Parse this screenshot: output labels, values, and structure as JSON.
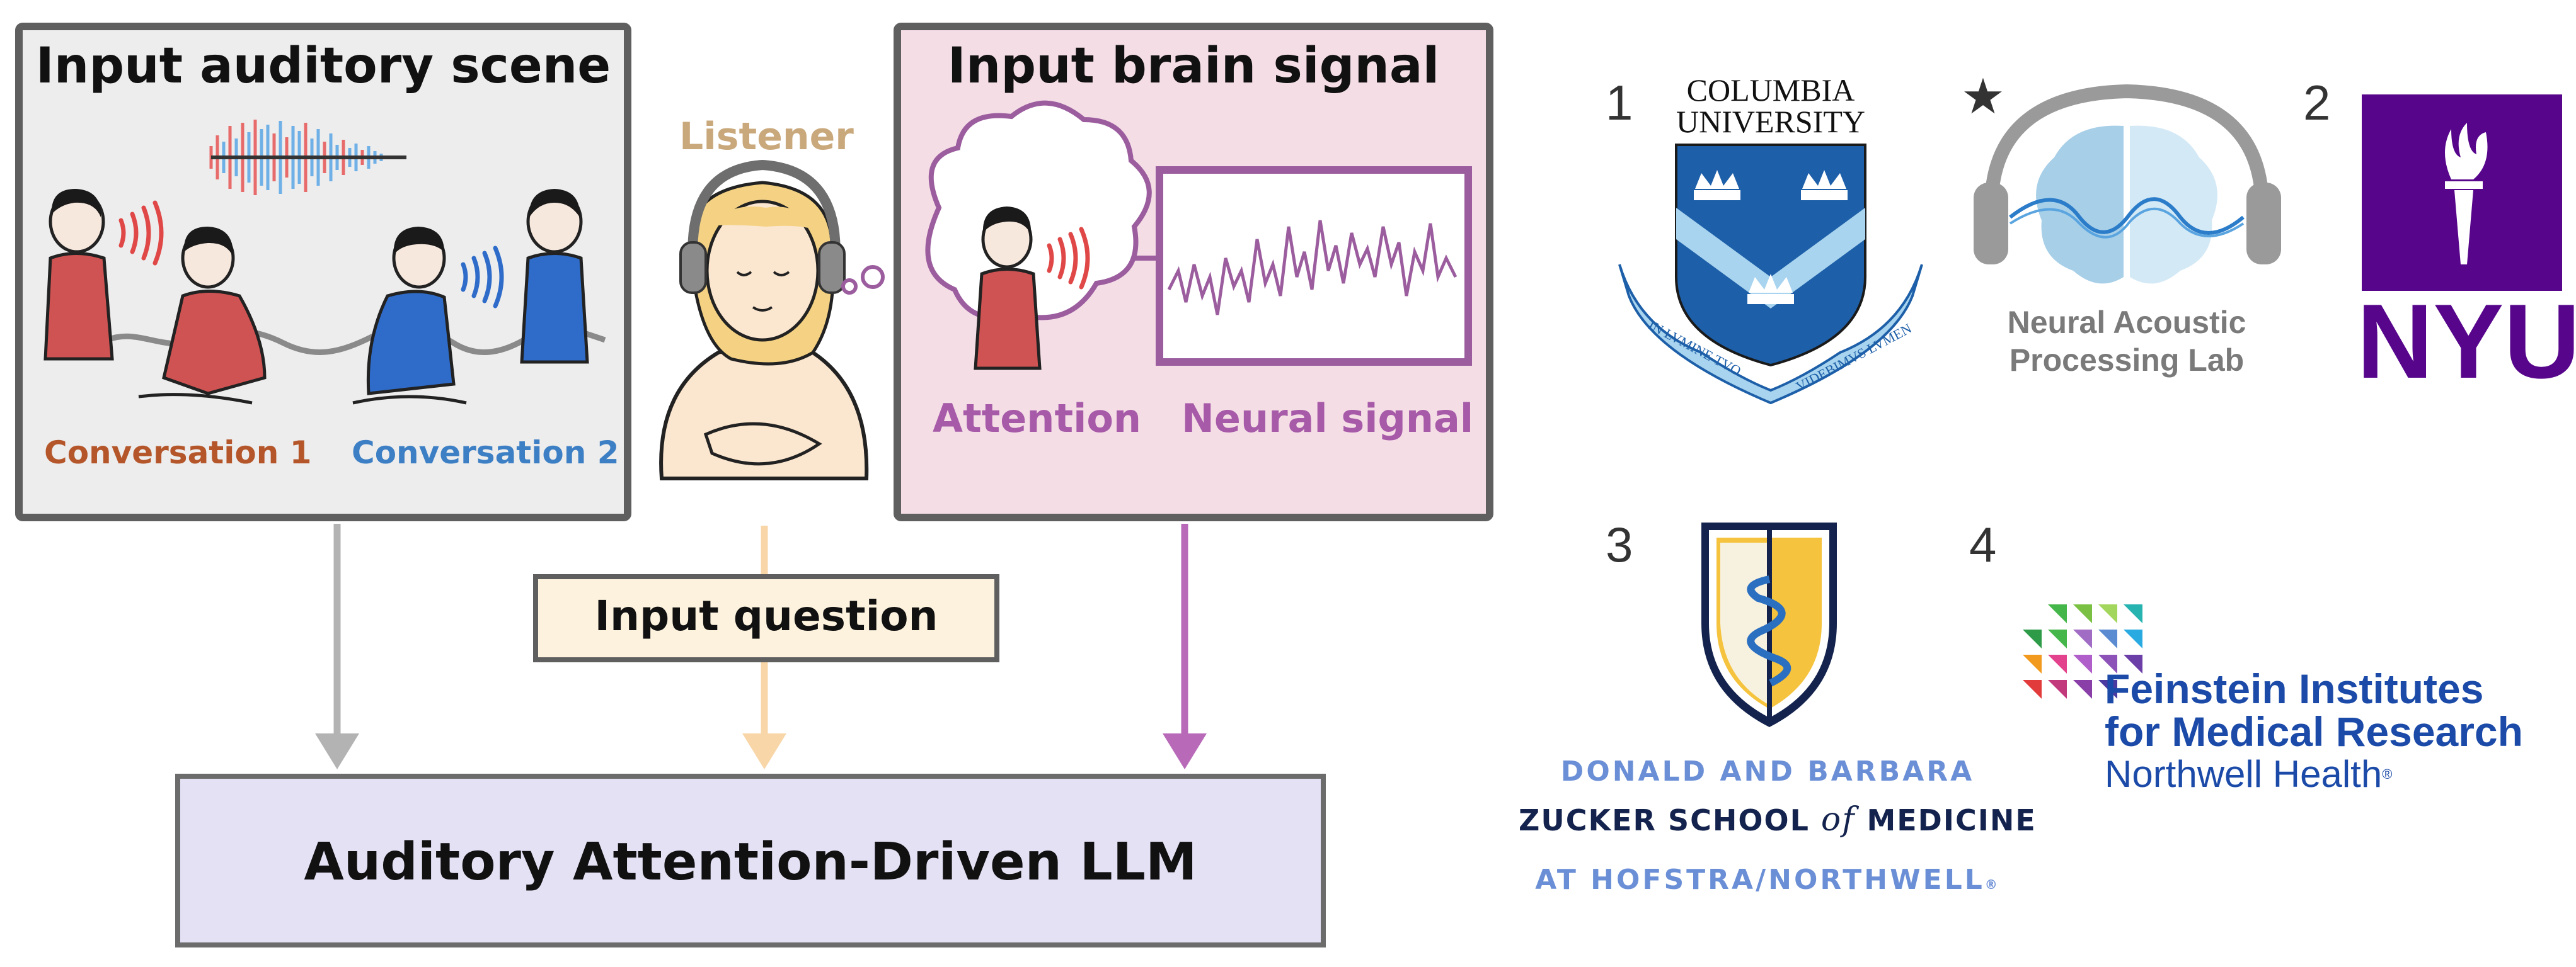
{
  "diagram": {
    "scene_box": {
      "title": "Input auditory scene",
      "conv1_label": "Conversation 1",
      "conv2_label": "Conversation 2"
    },
    "listener_label": "Listener",
    "brain_box": {
      "title": "Input brain signal",
      "attention_label": "Attention",
      "neural_label": "Neural signal"
    },
    "question_label": "Input question",
    "llm_label": "Auditory Attention-Driven LLM"
  },
  "affiliations": {
    "columbia": {
      "marker": "1",
      "name_line1": "COLUMBIA",
      "name_line2": "UNIVERSITY",
      "motto_left": "IN LVMINE TVO",
      "motto_right": "VIDEBIMVS LVMEN"
    },
    "napl": {
      "marker": "★",
      "line1": "Neural Acoustic",
      "line2": "Processing Lab"
    },
    "nyu": {
      "marker": "2",
      "name": "NYU"
    },
    "zucker": {
      "marker": "3",
      "line1": "DONALD AND BARBARA",
      "line2_a": "ZUCKER SCHOOL",
      "line2_of": "of",
      "line2_b": "MEDICINE",
      "line3": "AT HOFSTRA/NORTHWELL",
      "reg": "®"
    },
    "feinstein": {
      "marker": "4",
      "line1": "Feinstein Institutes",
      "line2": "for Medical Research",
      "line3": "Northwell Health",
      "reg": "®"
    }
  },
  "colors": {
    "conv1": "#b4562a",
    "conv2": "#3d7fc4",
    "listener": "#c9a87c",
    "brain_purple": "#a65aa8",
    "nyu_purple": "#57068c",
    "columbia_blue": "#1d5fa8",
    "feinstein_blue": "#1b4aa8"
  }
}
